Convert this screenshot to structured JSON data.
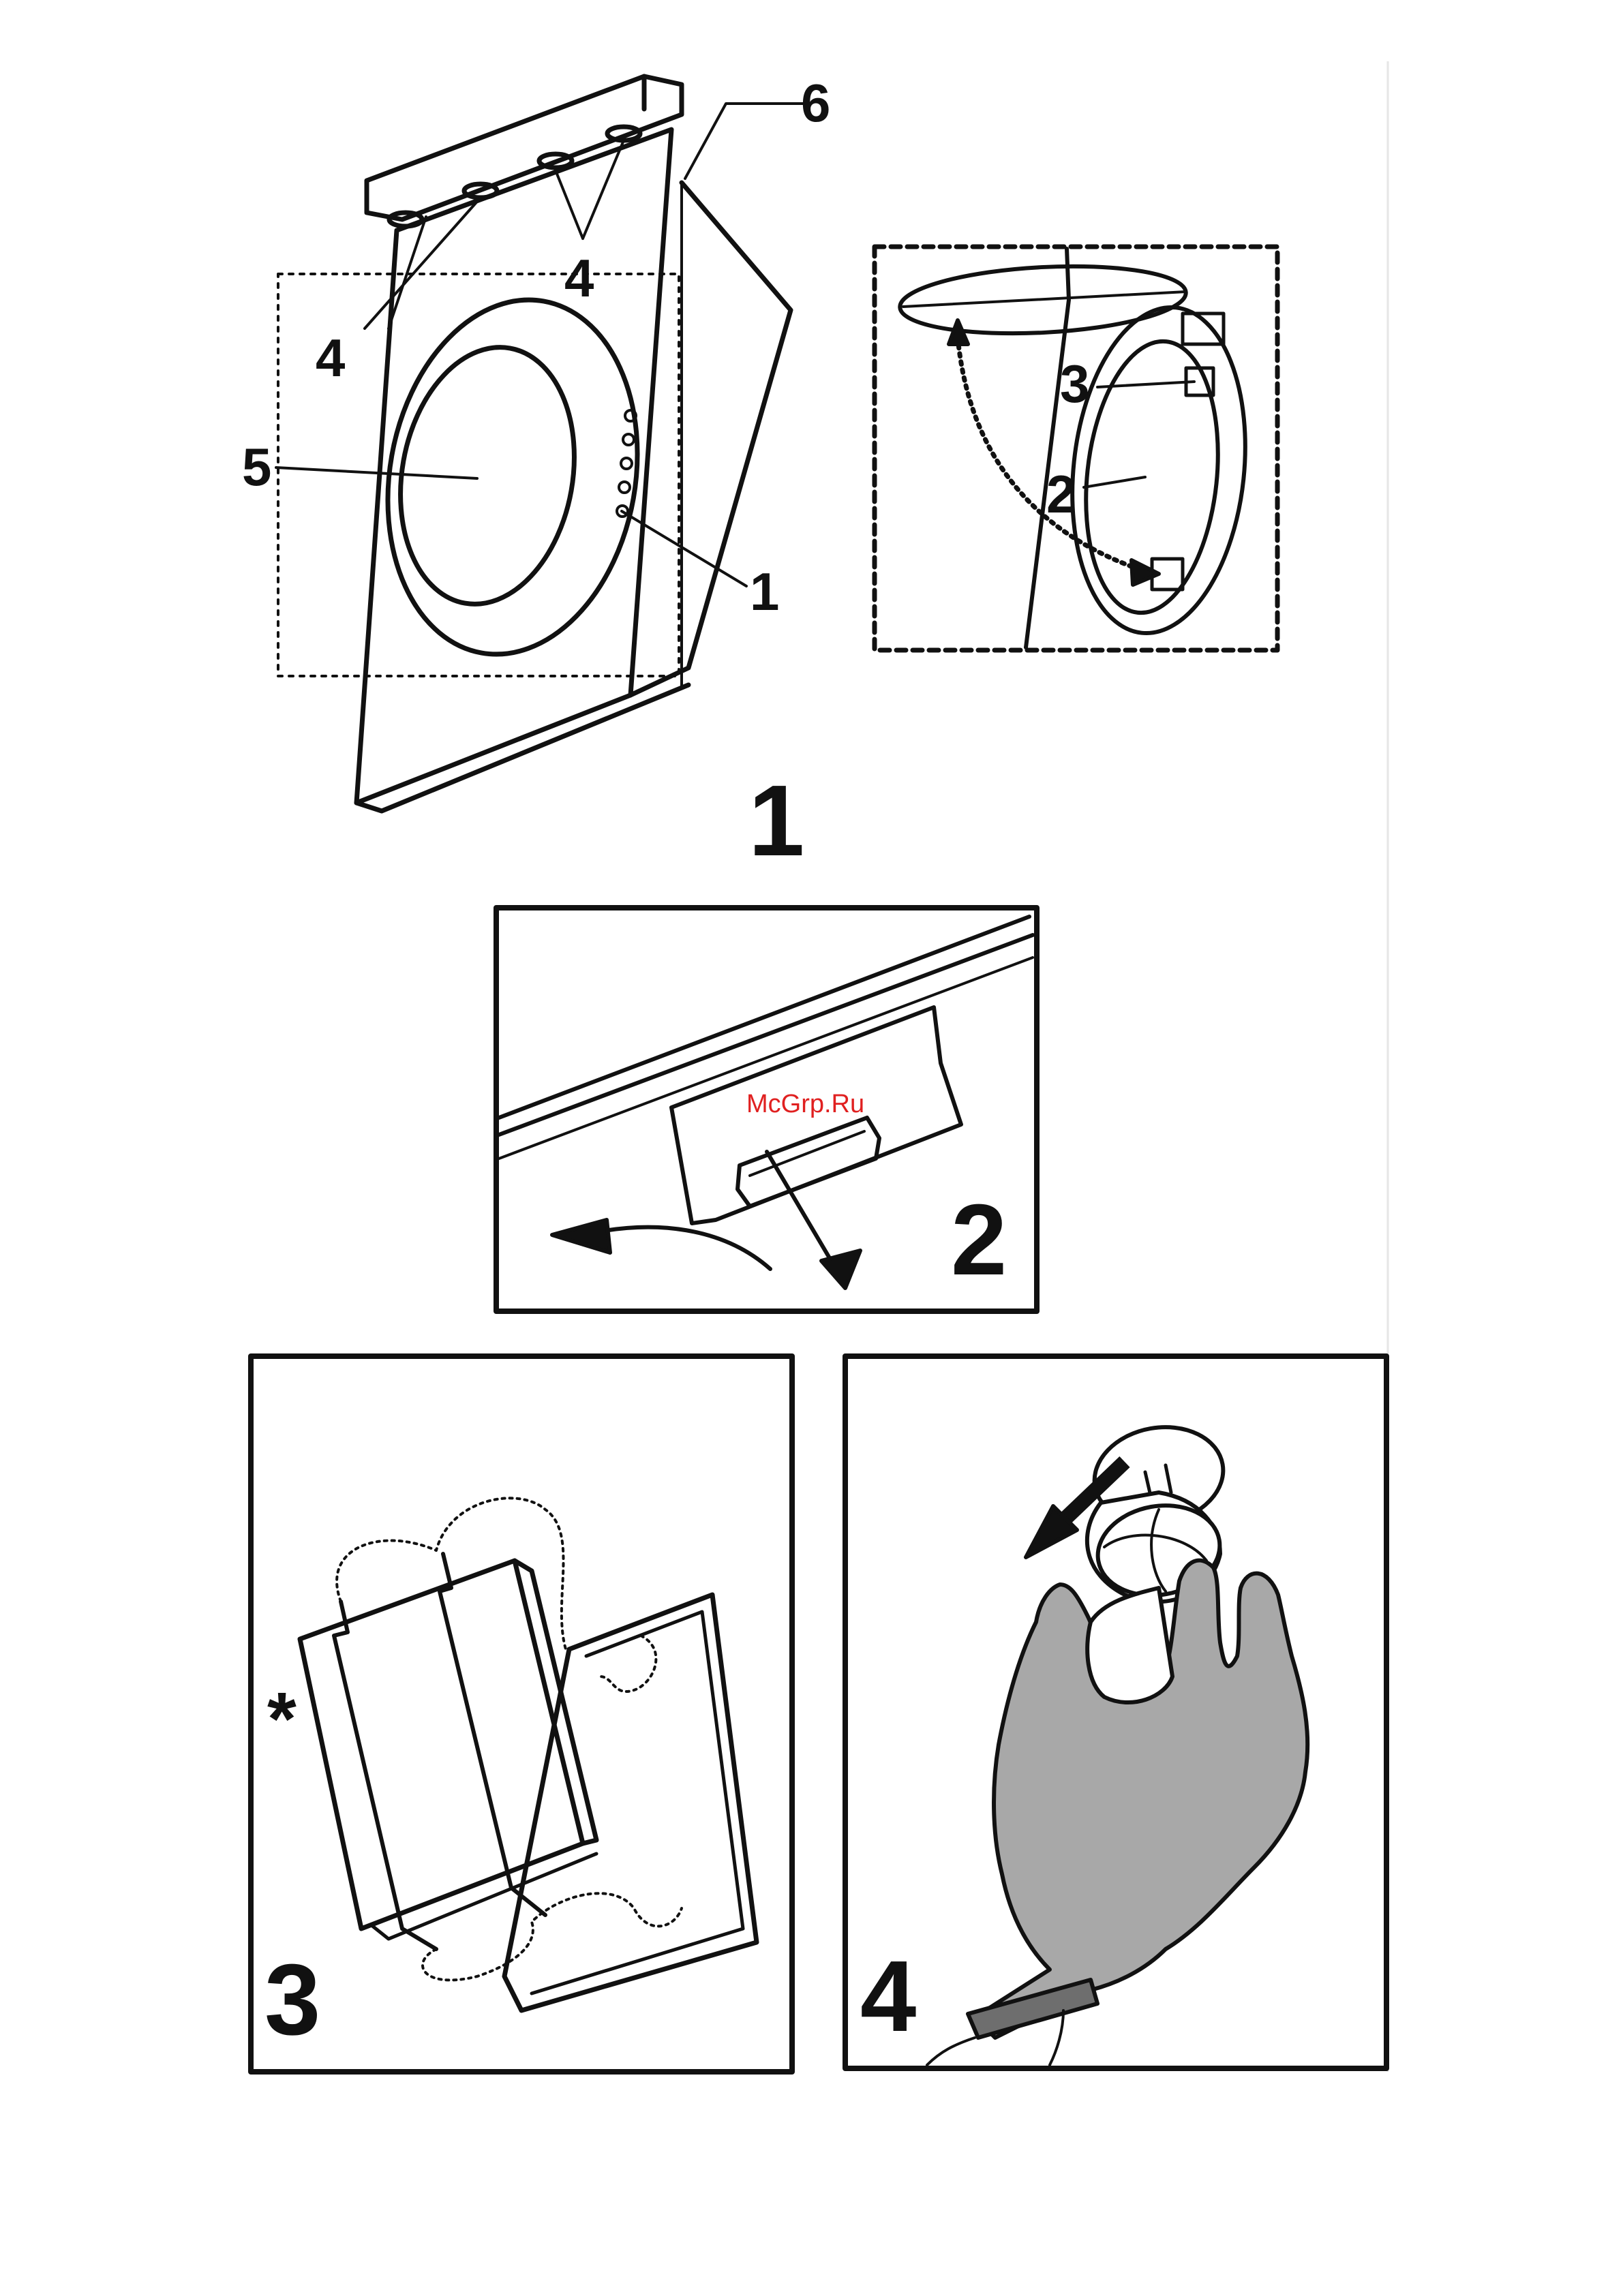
{
  "figures": [
    {
      "id": "fig1",
      "number": "1",
      "callouts": [
        "4",
        "4",
        "5",
        "6",
        "1"
      ]
    },
    {
      "id": "fig1-detail",
      "callouts": [
        "3",
        "2"
      ]
    },
    {
      "id": "fig2",
      "number": "2"
    },
    {
      "id": "fig3",
      "number": "3",
      "marker": "*"
    },
    {
      "id": "fig4",
      "number": "4"
    }
  ],
  "watermark": "McGrp.Ru",
  "colors": {
    "ink": "#111111",
    "glove": "#a8a8a8",
    "glove_cuff": "#6e6e6e",
    "watermark": "#e02020"
  }
}
